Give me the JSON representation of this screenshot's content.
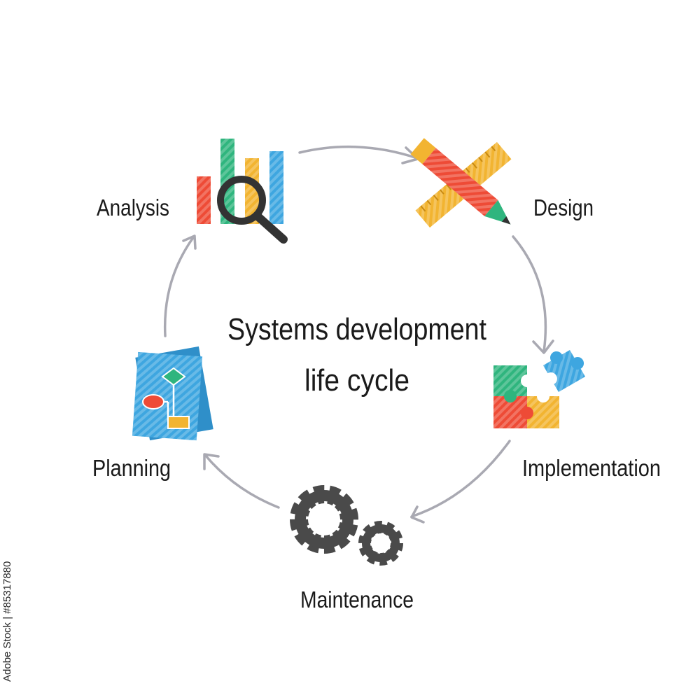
{
  "diagram": {
    "title_line1": "Systems development",
    "title_line2": "life cycle",
    "stages": {
      "analysis": "Analysis",
      "design": "Design",
      "implementation": "Implementation",
      "maintenance": "Maintenance",
      "planning": "Planning"
    },
    "colors": {
      "red": "#ee4b36",
      "green": "#2fb57e",
      "yellow": "#f2b431",
      "blue": "#3ea6e0",
      "dark": "#333333",
      "gear": "#4a4a4a",
      "arrow": "#a9a9b2"
    }
  },
  "watermark": "Adobe Stock | #85317880"
}
